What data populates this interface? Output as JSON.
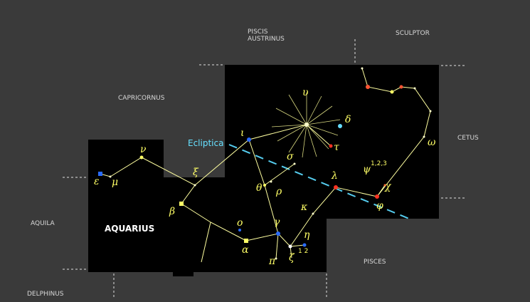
{
  "constellation": "AQUARIUS",
  "ecliptic_label": "Ecliptica",
  "neighbors": {
    "piscis_austrinus": "PISCIS\nAUSTRINUS",
    "sculptor": "SCULPTOR",
    "capricornus": "CAPRICORNUS",
    "cetus": "CETUS",
    "aquila": "AQUILA",
    "pisces": "PISCES",
    "delphinus": "DELPHINUS"
  },
  "stars": {
    "epsilon": "ε",
    "mu": "μ",
    "nu": "ν",
    "beta": "β",
    "xi": "ξ",
    "iota": "ι",
    "upsilon": "υ",
    "delta": "δ",
    "tau": "τ",
    "sigma": "σ",
    "theta": "θ",
    "rho": "ρ",
    "omicron": "ο",
    "alpha": "α",
    "gamma": "γ",
    "pi": "π",
    "zeta": "ζ",
    "eta": "η",
    "kappa": "κ",
    "lambda": "λ",
    "phi": "φ",
    "chi": "χ",
    "psi": "ψ",
    "omega": "ω"
  },
  "sublabels": {
    "psi_numbers": "1,2,3",
    "zeta_numbers": "1 2"
  },
  "colors": {
    "background": "#3a3a3a",
    "sky": "#000000",
    "lines": "#ffffa0",
    "ecliptic": "#55ccee",
    "star_yellow": "#ffff66",
    "star_blue": "#2a6cff",
    "star_red": "#ff3322"
  }
}
